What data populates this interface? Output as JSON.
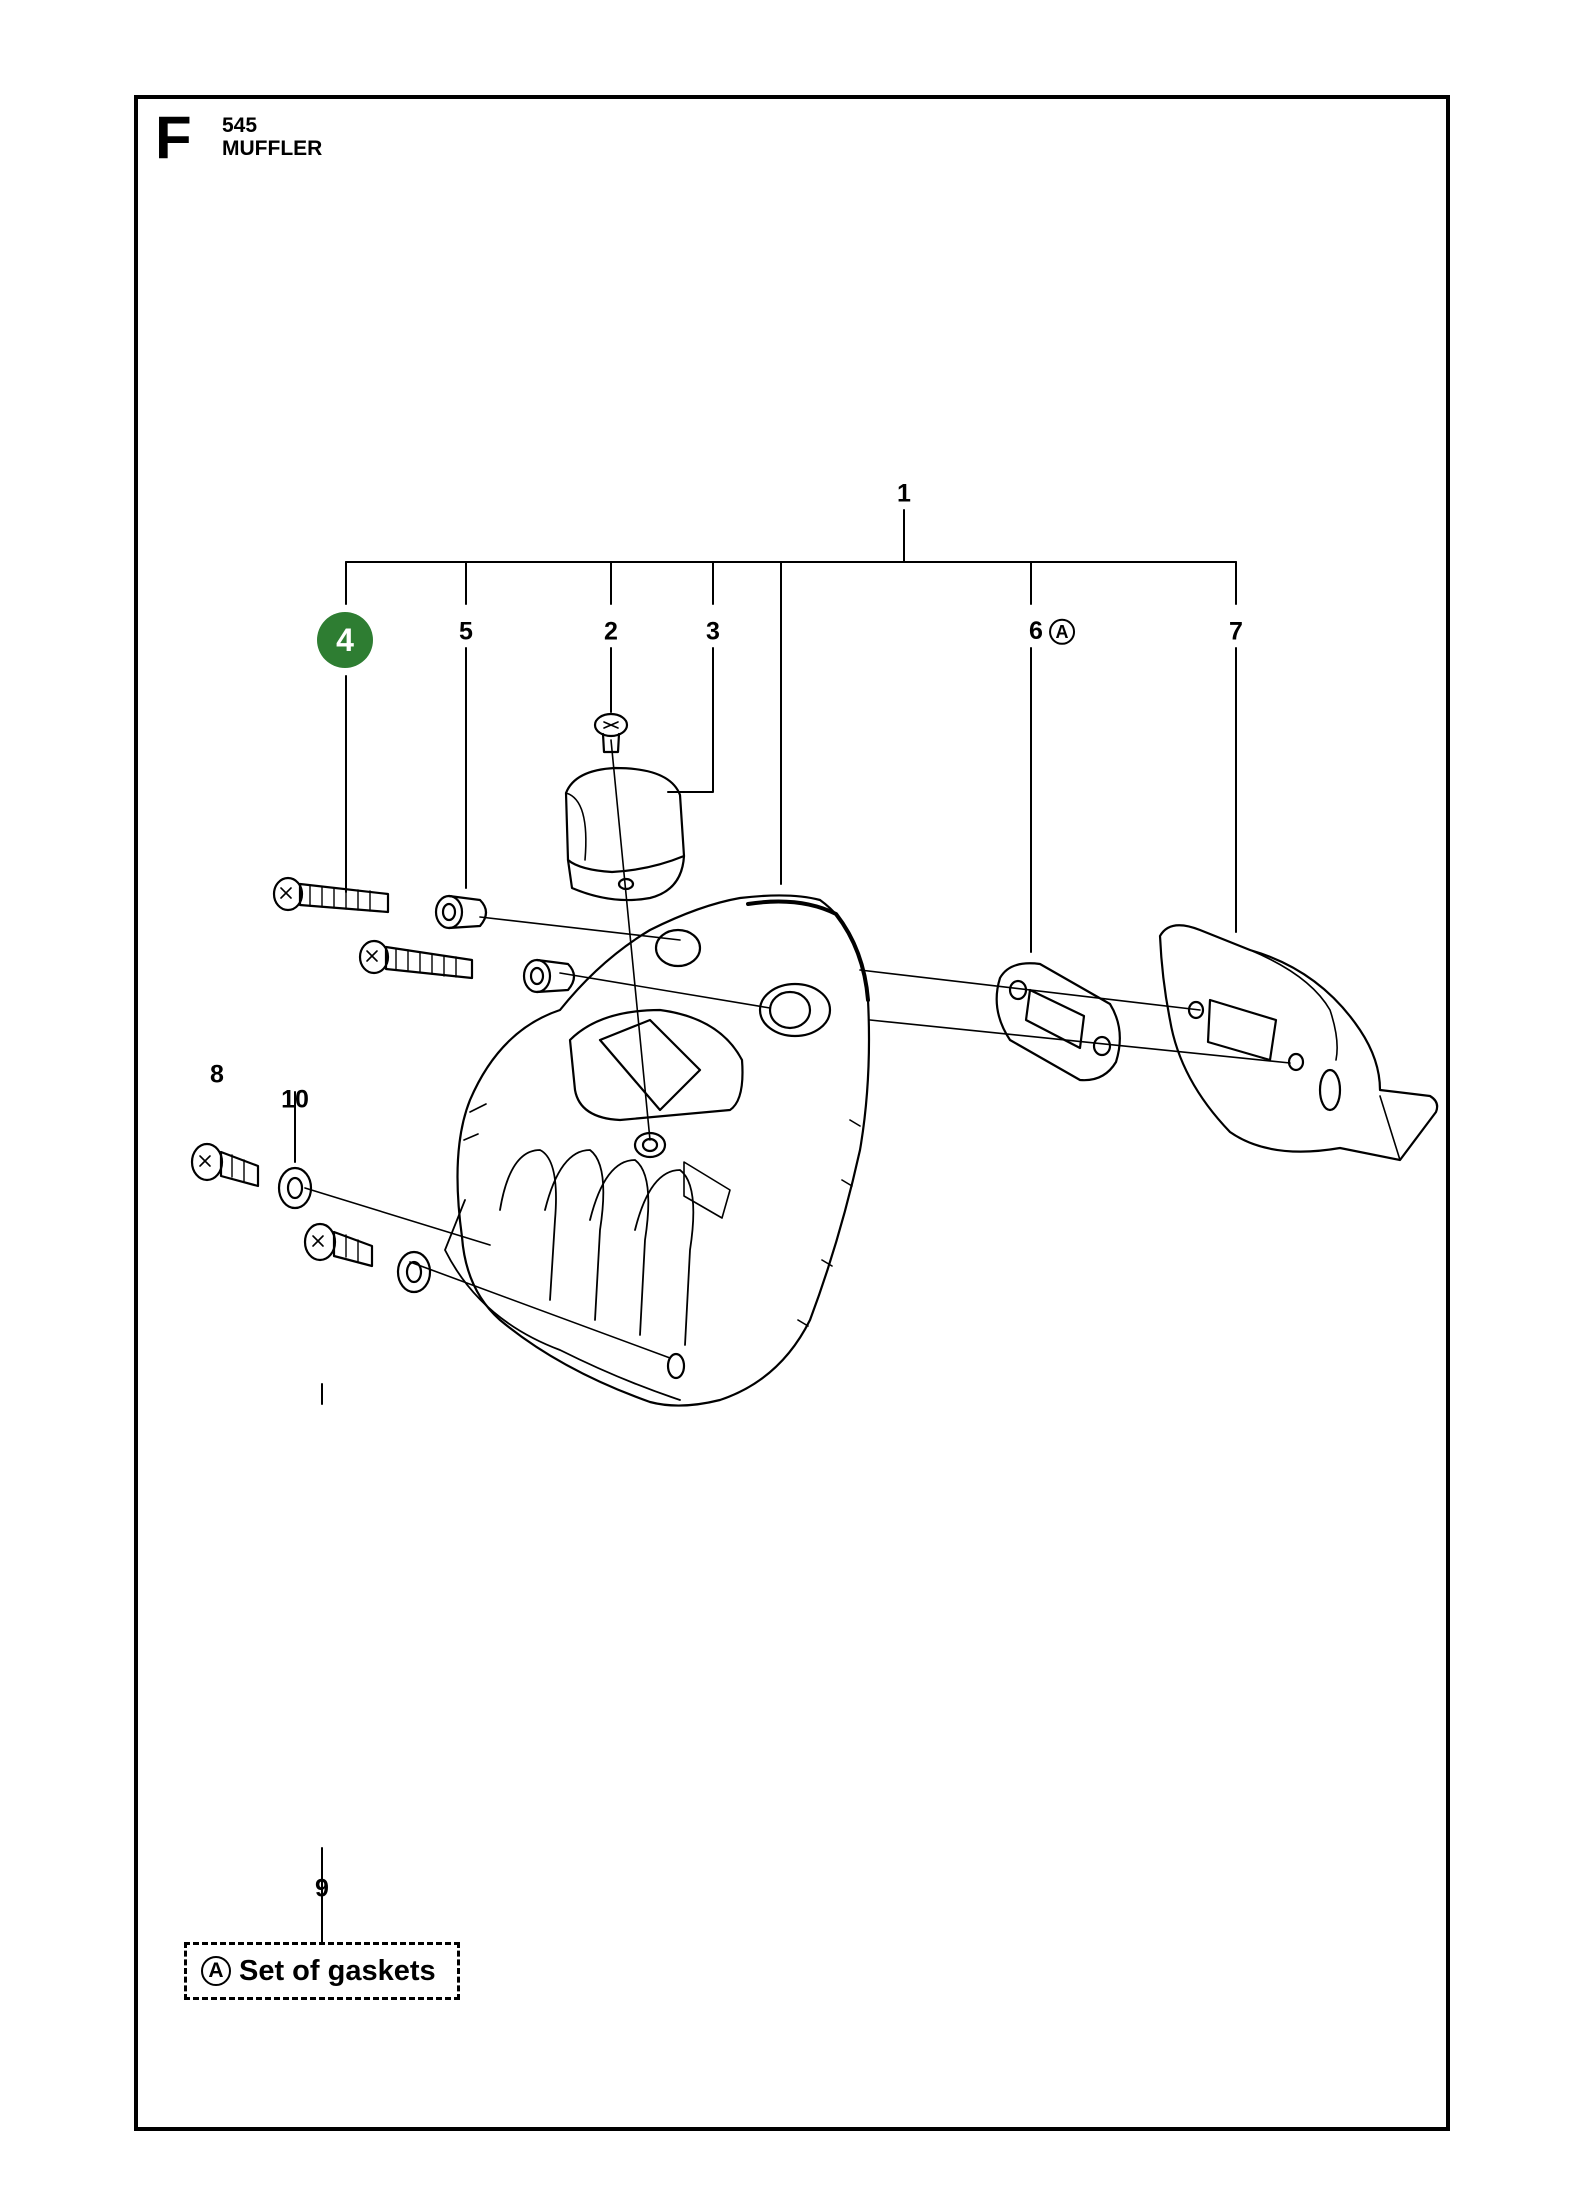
{
  "header": {
    "section_letter": "F",
    "model": "545",
    "title": "MUFFLER"
  },
  "callouts": {
    "c1": "1",
    "c2": "2",
    "c3": "3",
    "c4": "4",
    "c5": "5",
    "c6": "6",
    "c7": "7",
    "c8": "8",
    "c9": "9",
    "c10": "10"
  },
  "marker": "A",
  "legend": {
    "marker": "A",
    "text": "Set of gaskets"
  },
  "colors": {
    "highlight_badge": "#2e7d32",
    "line": "#000000"
  }
}
